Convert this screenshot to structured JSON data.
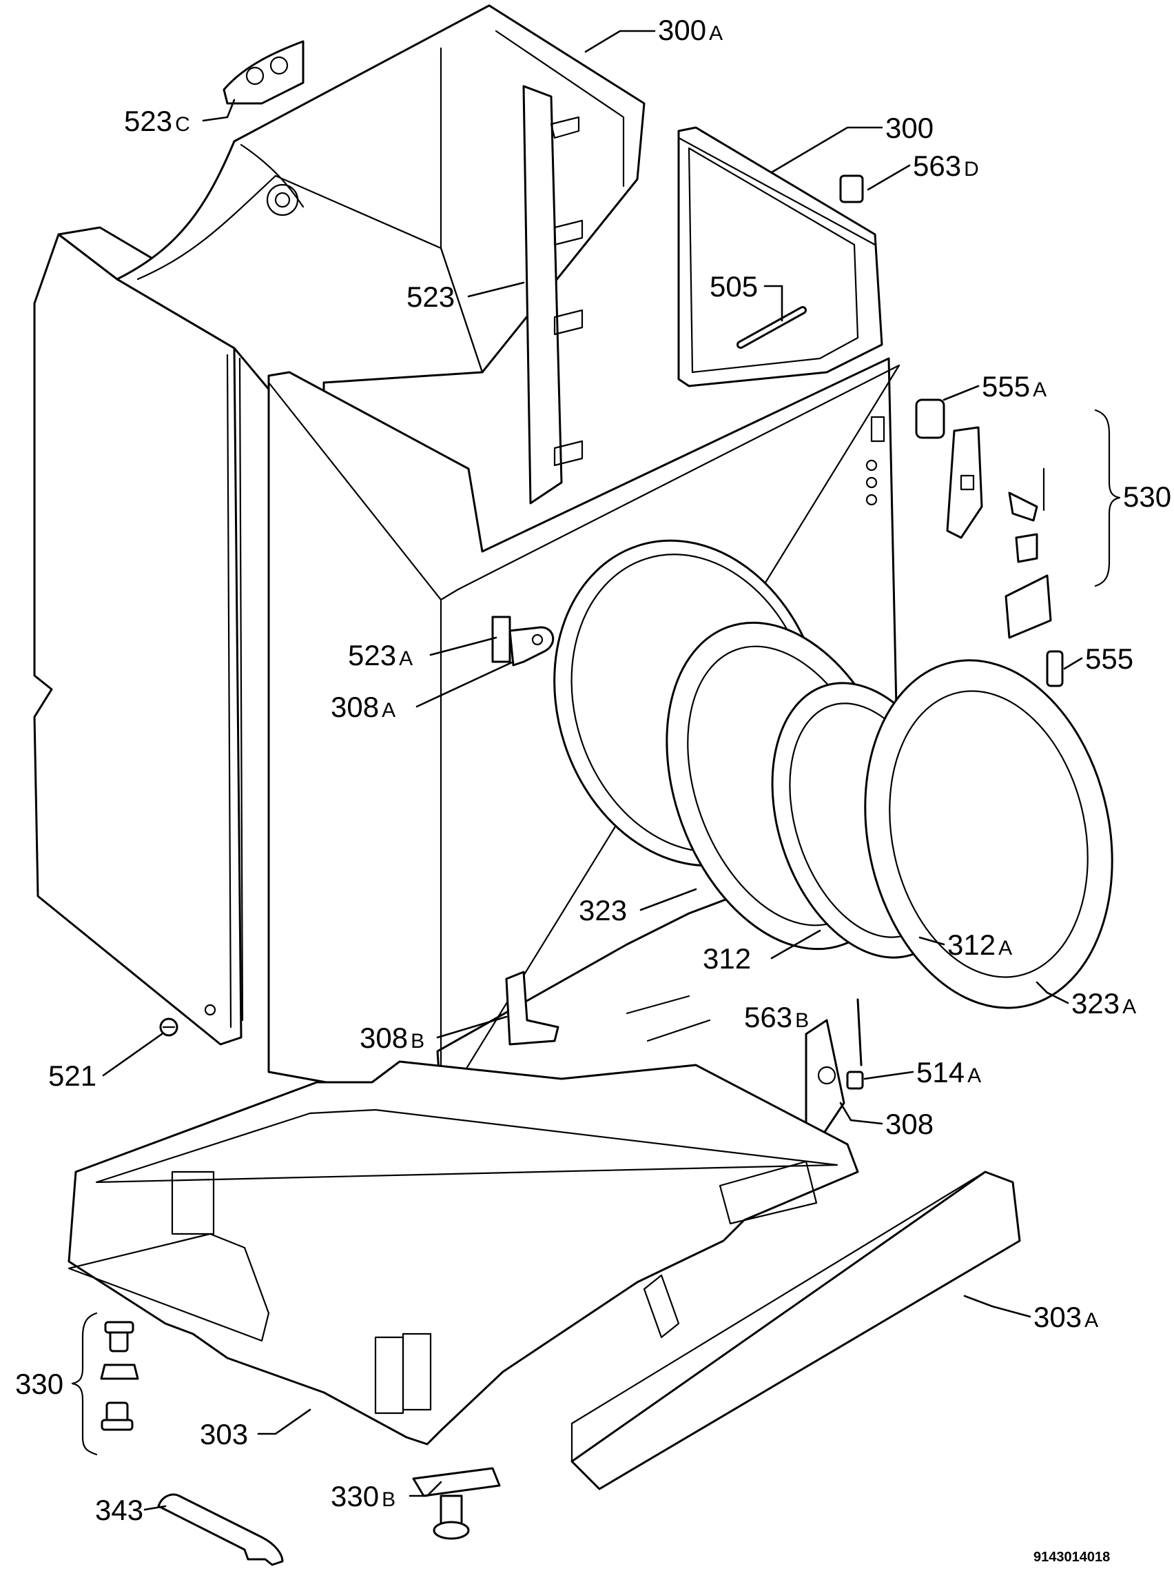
{
  "diagram": {
    "document_number": "9143014018",
    "callouts": [
      {
        "id": "300A",
        "number": "300",
        "suffix": "A"
      },
      {
        "id": "523C",
        "number": "523",
        "suffix": "C"
      },
      {
        "id": "300",
        "number": "300",
        "suffix": ""
      },
      {
        "id": "563D",
        "number": "563",
        "suffix": "D"
      },
      {
        "id": "523",
        "number": "523",
        "suffix": ""
      },
      {
        "id": "505",
        "number": "505",
        "suffix": ""
      },
      {
        "id": "555A",
        "number": "555",
        "suffix": "A"
      },
      {
        "id": "530",
        "number": "530",
        "suffix": ""
      },
      {
        "id": "523A",
        "number": "523",
        "suffix": "A"
      },
      {
        "id": "308A",
        "number": "308",
        "suffix": "A"
      },
      {
        "id": "555",
        "number": "555",
        "suffix": ""
      },
      {
        "id": "323",
        "number": "323",
        "suffix": ""
      },
      {
        "id": "312",
        "number": "312",
        "suffix": ""
      },
      {
        "id": "312A",
        "number": "312",
        "suffix": "A"
      },
      {
        "id": "323A",
        "number": "323",
        "suffix": "A"
      },
      {
        "id": "563B",
        "number": "563",
        "suffix": "B"
      },
      {
        "id": "308B",
        "number": "308",
        "suffix": "B"
      },
      {
        "id": "521",
        "number": "521",
        "suffix": ""
      },
      {
        "id": "514A",
        "number": "514",
        "suffix": "A"
      },
      {
        "id": "308",
        "number": "308",
        "suffix": ""
      },
      {
        "id": "303A",
        "number": "303",
        "suffix": "A"
      },
      {
        "id": "330",
        "number": "330",
        "suffix": ""
      },
      {
        "id": "303",
        "number": "303",
        "suffix": ""
      },
      {
        "id": "330B",
        "number": "330",
        "suffix": "B"
      },
      {
        "id": "343",
        "number": "343",
        "suffix": ""
      }
    ]
  }
}
